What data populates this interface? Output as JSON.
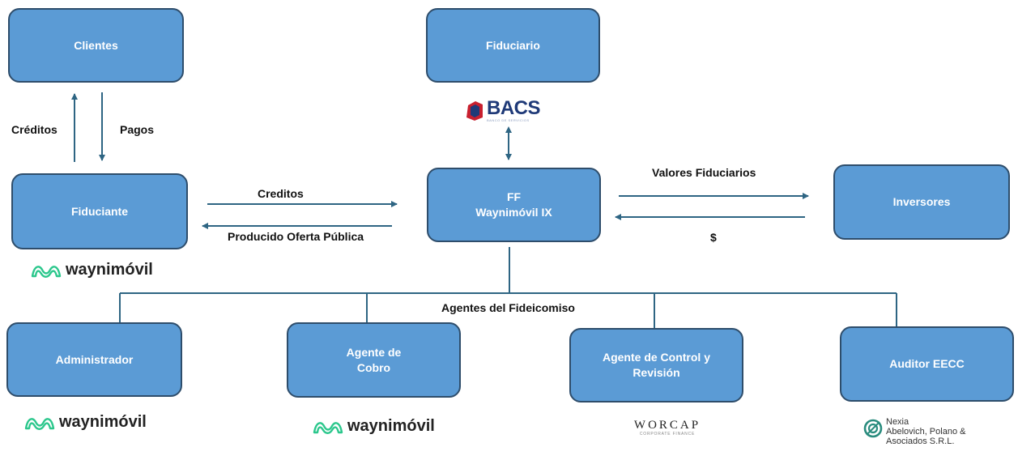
{
  "nodes": {
    "clientes": "Clientes",
    "fiduciario": "Fiduciario",
    "fiduciante": "Fiduciante",
    "ff_line1": "FF",
    "ff_line2": "Waynimóvil IX",
    "inversores": "Inversores",
    "administrador": "Administrador",
    "agente_cobro_line1": "Agente de",
    "agente_cobro_line2": "Cobro",
    "agente_control_line1": "Agente de Control y",
    "agente_control_line2": "Revisión",
    "auditor": "Auditor EECC"
  },
  "edges": {
    "creditos_up": "Créditos",
    "pagos": "Pagos",
    "creditos_right": "Creditos",
    "producido": "Producido Oferta Pública",
    "valores": "Valores Fiduciarios",
    "dollar": "$",
    "agentes": "Agentes del Fideicomiso"
  },
  "logos": {
    "waynimovil": "waynimóvil",
    "bacs": "BACS",
    "bacs_sub": "BANCO DE SERVICIOS",
    "worcap": "WORCAP",
    "worcap_sub": "CORPORATE FINANCE",
    "nexia_line1": "Nexia",
    "nexia_line2": "Abelovich, Polano &",
    "nexia_line3": "Asociados S.R.L."
  },
  "colors": {
    "box_fill": "#5b9bd5",
    "box_border": "#2e4d6b",
    "connector": "#2e6583",
    "wayni_green": "#2bc78c"
  }
}
